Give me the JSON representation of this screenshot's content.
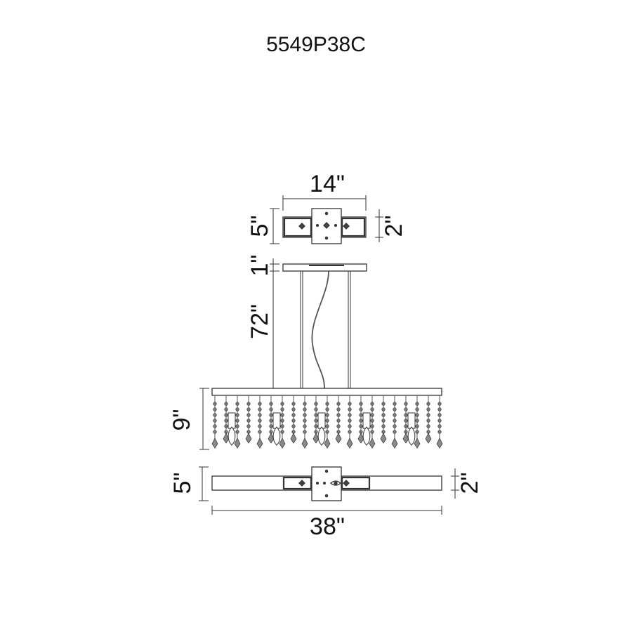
{
  "title": "5549P38C",
  "dimensions": {
    "canopy_width": "14\"",
    "canopy_height": "5\"",
    "canopy_depth": "2\"",
    "canopy_thickness": "1\"",
    "rod_length": "72\"",
    "fixture_height": "9\"",
    "body_height": "5\"",
    "body_depth": "2\"",
    "body_width": "38\""
  },
  "colors": {
    "line": "#333333",
    "text": "#111111",
    "frame": "#555555"
  }
}
